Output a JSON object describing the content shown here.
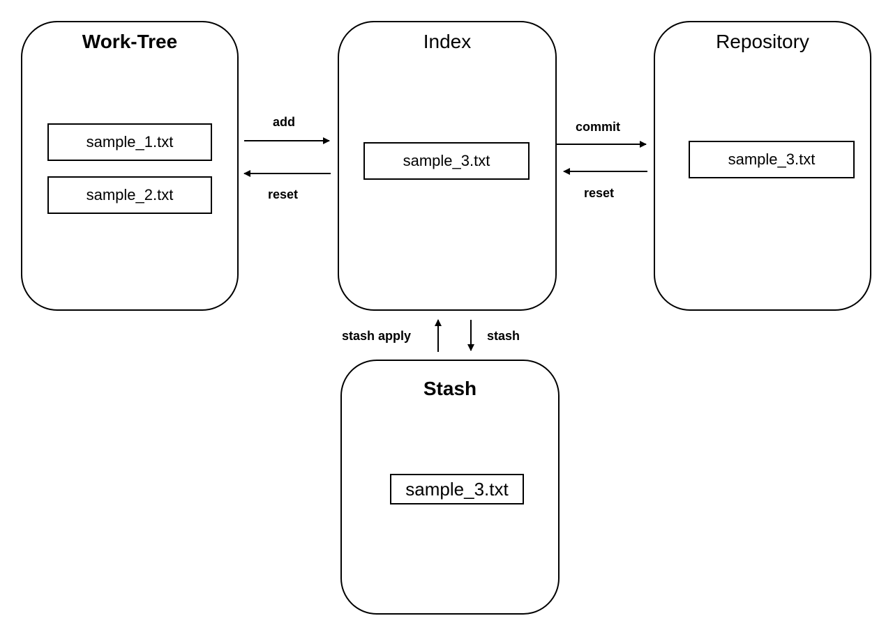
{
  "areas": {
    "work_tree": {
      "title": "Work-Tree",
      "files": [
        "sample_1.txt",
        "sample_2.txt"
      ]
    },
    "index": {
      "title": "Index",
      "files": [
        "sample_3.txt"
      ]
    },
    "repository": {
      "title": "Repository",
      "files": [
        "sample_3.txt"
      ]
    },
    "stash": {
      "title": "Stash",
      "files": [
        "sample_3.txt"
      ]
    }
  },
  "operations": {
    "add": "add",
    "reset_to_worktree": "reset",
    "commit": "commit",
    "reset_to_index": "reset",
    "stash_apply": "stash apply",
    "stash": "stash"
  }
}
